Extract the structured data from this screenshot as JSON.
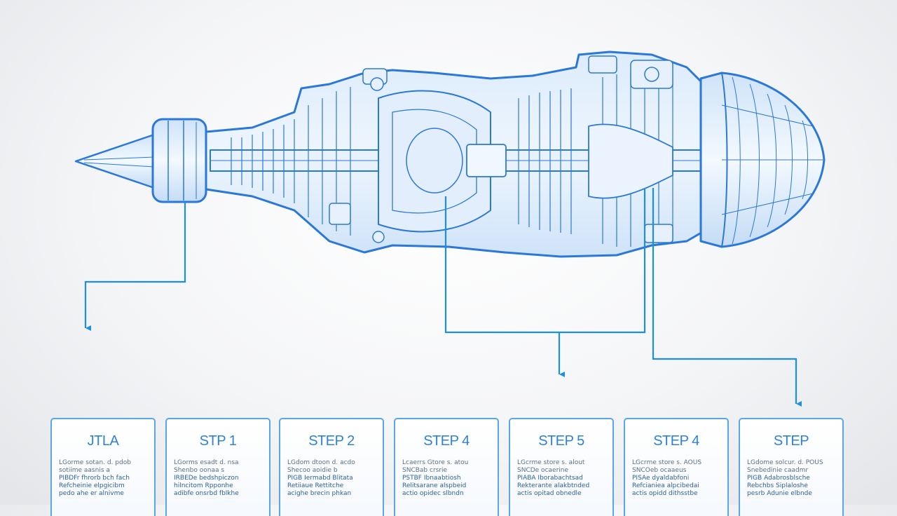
{
  "colors": {
    "blueprint": "#2b78d8",
    "blueprint_light": "#9fcaf2",
    "leader": "#1e8fe0",
    "card_border": "#5aa6ea",
    "card_title": "#2f82d6"
  },
  "diagram": {
    "subject": "jet-engine-cutaway-blueprint"
  },
  "cards": [
    {
      "title": "JTLA",
      "lines": [
        "LGorme sotan. d. pdob",
        "sotiime aasnis a",
        "PIBDFr fhrorb bch fach",
        "Refcheinie elpgicibm",
        "pedo ahe er alnivme"
      ]
    },
    {
      "title": "STP 1",
      "lines": [
        "LGorms esadt d. nsa",
        "Shenbo oonaa s",
        "IRBEDe bedshpiczon",
        "hilncitom Rpponhe",
        "adibfe onsrbd fblkhe"
      ]
    },
    {
      "title": "STEP 2",
      "lines": [
        "LGdom dtoon d. acdo",
        "Shecoo aoidie b",
        "PIGB Iermabd Blitata",
        "Retiiaue Rettitche",
        "acighe brecin phkan"
      ]
    },
    {
      "title": "STEP 4",
      "lines": [
        "Lcaerrs Gtore s. atou",
        "SNCBab crsrie",
        "PSTBF Ibnaabtiosh",
        "Relitsarane alspbeid",
        "actio opidec slbndn"
      ]
    },
    {
      "title": "STEP 5",
      "lines": [
        "LGcrme store s. alout",
        "SNCDe ocaerine",
        "PIABA Iborabachtsad",
        "Rekterante alakbtnded",
        "actis opitad obnedle"
      ]
    },
    {
      "title": "STEP 4",
      "lines": [
        "LGcrme store s. AOUS",
        "SNCOeb ocaaeus",
        "PISAe dyaldabfoni",
        "Refcianiea alpcibedai",
        "actis opidd dithsstbe"
      ]
    },
    {
      "title": "STEP",
      "lines": [
        "LGdome solcur. d. POUS",
        "Snebedinie caadmr",
        "PIGB Adabrosblsche",
        "Rebchbs Siplaloshe",
        "pesrb Adunie elbnde"
      ]
    }
  ]
}
